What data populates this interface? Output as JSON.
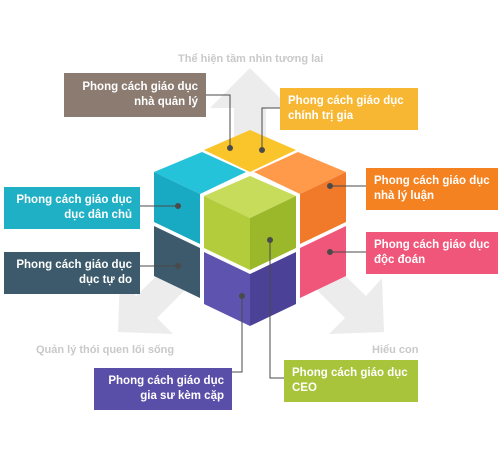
{
  "axes": {
    "top": "Thể hiện tầm nhìn tương lai",
    "bottom_left": "Quản lý thói quen lối sống",
    "bottom_right": "Hiểu con"
  },
  "styles": [
    {
      "id": "quan-ly",
      "line1": "Phong cách giáo dục",
      "line2": "nhà quản lý",
      "color": "#8b7b70"
    },
    {
      "id": "chinh-tri-gia",
      "line1": "Phong cách giáo dục",
      "line2": "chính trị gia",
      "color": "#f7b733"
    },
    {
      "id": "dan-chu",
      "line1": "Phong cách giáo dục",
      "line2": "dục dân chủ",
      "color": "#1fb0c6"
    },
    {
      "id": "ly-luan",
      "line1": "Phong cách giáo dục",
      "line2": "nhà lý luận",
      "color": "#f58220"
    },
    {
      "id": "tu-do",
      "line1": "Phong cách giáo dục",
      "line2": "dục tự do",
      "color": "#3c5a6b"
    },
    {
      "id": "doc-doan",
      "line1": "Phong cách giáo dục",
      "line2": "độc đoán",
      "color": "#f0567a"
    },
    {
      "id": "ceo",
      "line1": "Phong cách giáo dục",
      "line2": "CEO",
      "color": "#a8c43a"
    },
    {
      "id": "kem-cap",
      "line1": "Phong cách giáo dục",
      "line2": "gia sư kèm cặp",
      "color": "#5a4fa8"
    }
  ]
}
